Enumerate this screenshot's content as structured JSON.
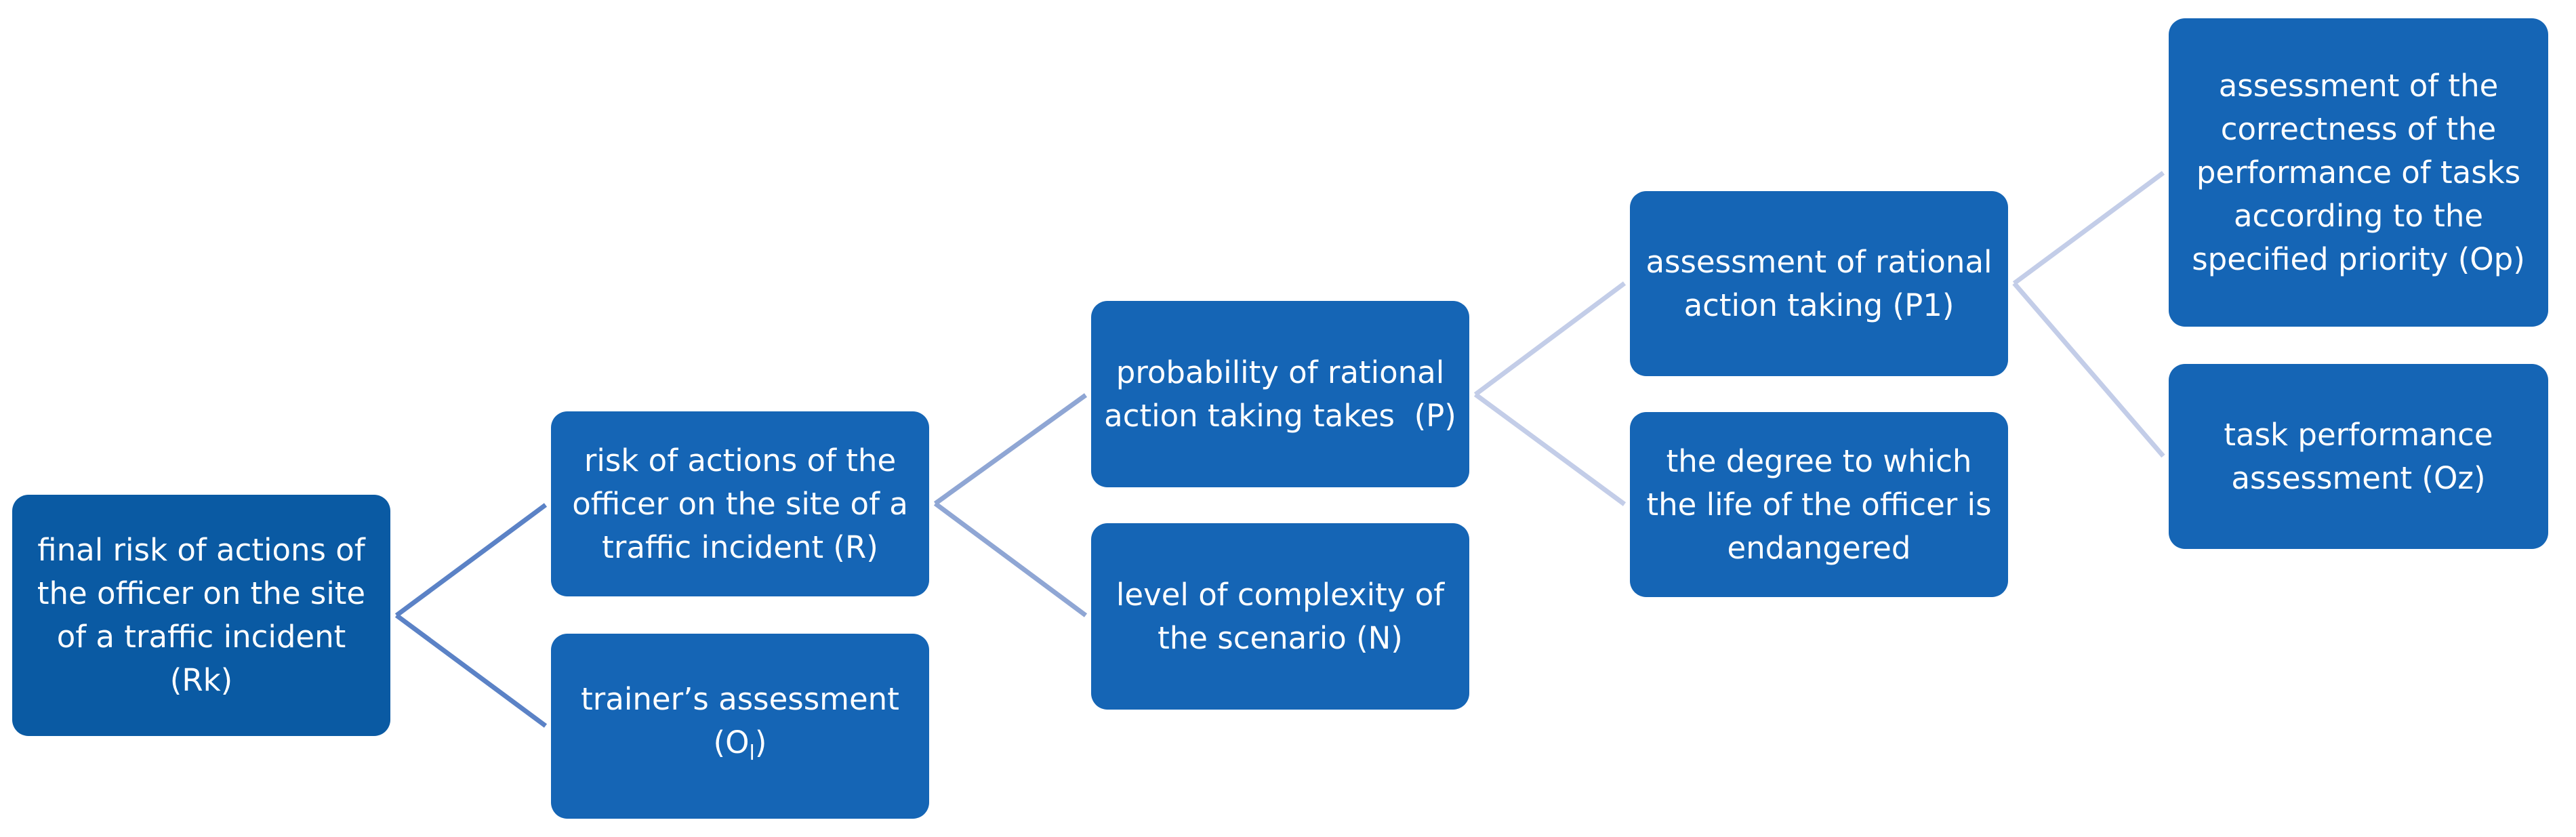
{
  "diagram": {
    "nodes": {
      "rk": "final risk of actions of the officer on the site of a traffic incident (Rk)",
      "r": "risk of actions of the officer on the site of a traffic incident (R)",
      "ol_text": "trainer’s assessment",
      "ol_symbol_main": "O",
      "ol_symbol_sub": "l",
      "p": "probability of rational action taking takes  (P)",
      "n": "level of complexity of the scenario (N)",
      "p1": "assessment of rational action taking (P1)",
      "degree": "the degree to which the life of the officer is endangered",
      "op": "assessment of the correctness of the performance of tasks according to the specified priority (Op)",
      "oz": "task performance assessment (Oz)"
    },
    "colors": {
      "root_box": "#0a5aa3",
      "box": "#1565b5",
      "connector_level1": "#5b82c6",
      "connector_level2": "#8fa6d4",
      "connector_level3": "#c3cde8",
      "connector_level4": "#c3cde8"
    }
  }
}
